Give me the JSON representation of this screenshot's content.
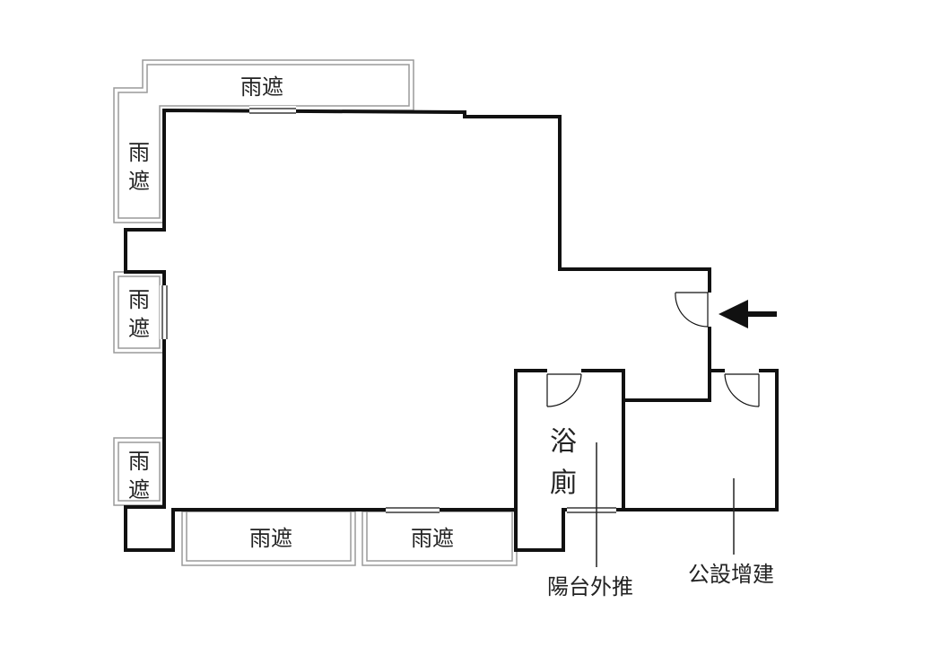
{
  "labels": {
    "canopy_top": "雨遮",
    "canopy_left_top": "雨遮",
    "canopy_left_mid": "雨遮",
    "canopy_left_bottom": "雨遮",
    "canopy_bottom_left": "雨遮",
    "canopy_bottom_right": "雨遮",
    "bathroom": "浴廁",
    "balcony_extension": "陽台外推",
    "public_addition": "公設增建"
  },
  "icons": {
    "entrance": "entrance-arrow-icon",
    "door": "door-swing-icon"
  },
  "colors": {
    "wall": "#111111",
    "canopy_outline": "#9a9a9a"
  }
}
